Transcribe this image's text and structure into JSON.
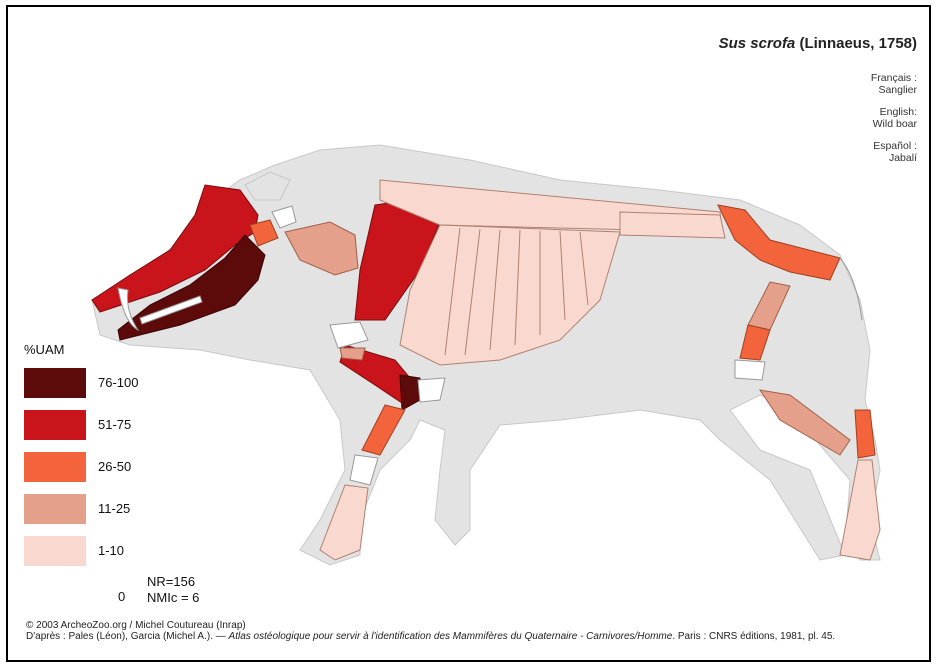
{
  "title": {
    "species": "Sus scrofa",
    "author": "(Linnaeus, 1758)"
  },
  "common_names": [
    {
      "lang": "Français :",
      "name": "Sanglier"
    },
    {
      "lang": "English:",
      "name": "Wild boar"
    },
    {
      "lang": "Español :",
      "name": "Jabalí"
    }
  ],
  "legend": {
    "heading": "%UAM",
    "items": [
      {
        "label": "76-100",
        "color": "#5c0a0a"
      },
      {
        "label": "51-75",
        "color": "#c8141a"
      },
      {
        "label": "26-50",
        "color": "#f4643c"
      },
      {
        "label": "11-25",
        "color": "#e4a08a"
      },
      {
        "label": "1-10",
        "color": "#f9d9cf"
      },
      {
        "label": "0",
        "color": "#ffffff"
      }
    ]
  },
  "counts": {
    "nr": "NR=156",
    "nmi": "NMIc = 6"
  },
  "credits": {
    "line1": "© 2003 ArcheoZoo.org / Michel Coutureau (Inrap)",
    "line2_prefix": "D'après : Pales (Léon), Garcia (Michel A.). —",
    "line2_italic": "Atlas ostéologique pour servir à l'identification des Mammifères du Quaternaire - Carnivores/Homme",
    "line2_suffix": ". Paris : CNRS éditions, 1981, pl. 45."
  }
}
